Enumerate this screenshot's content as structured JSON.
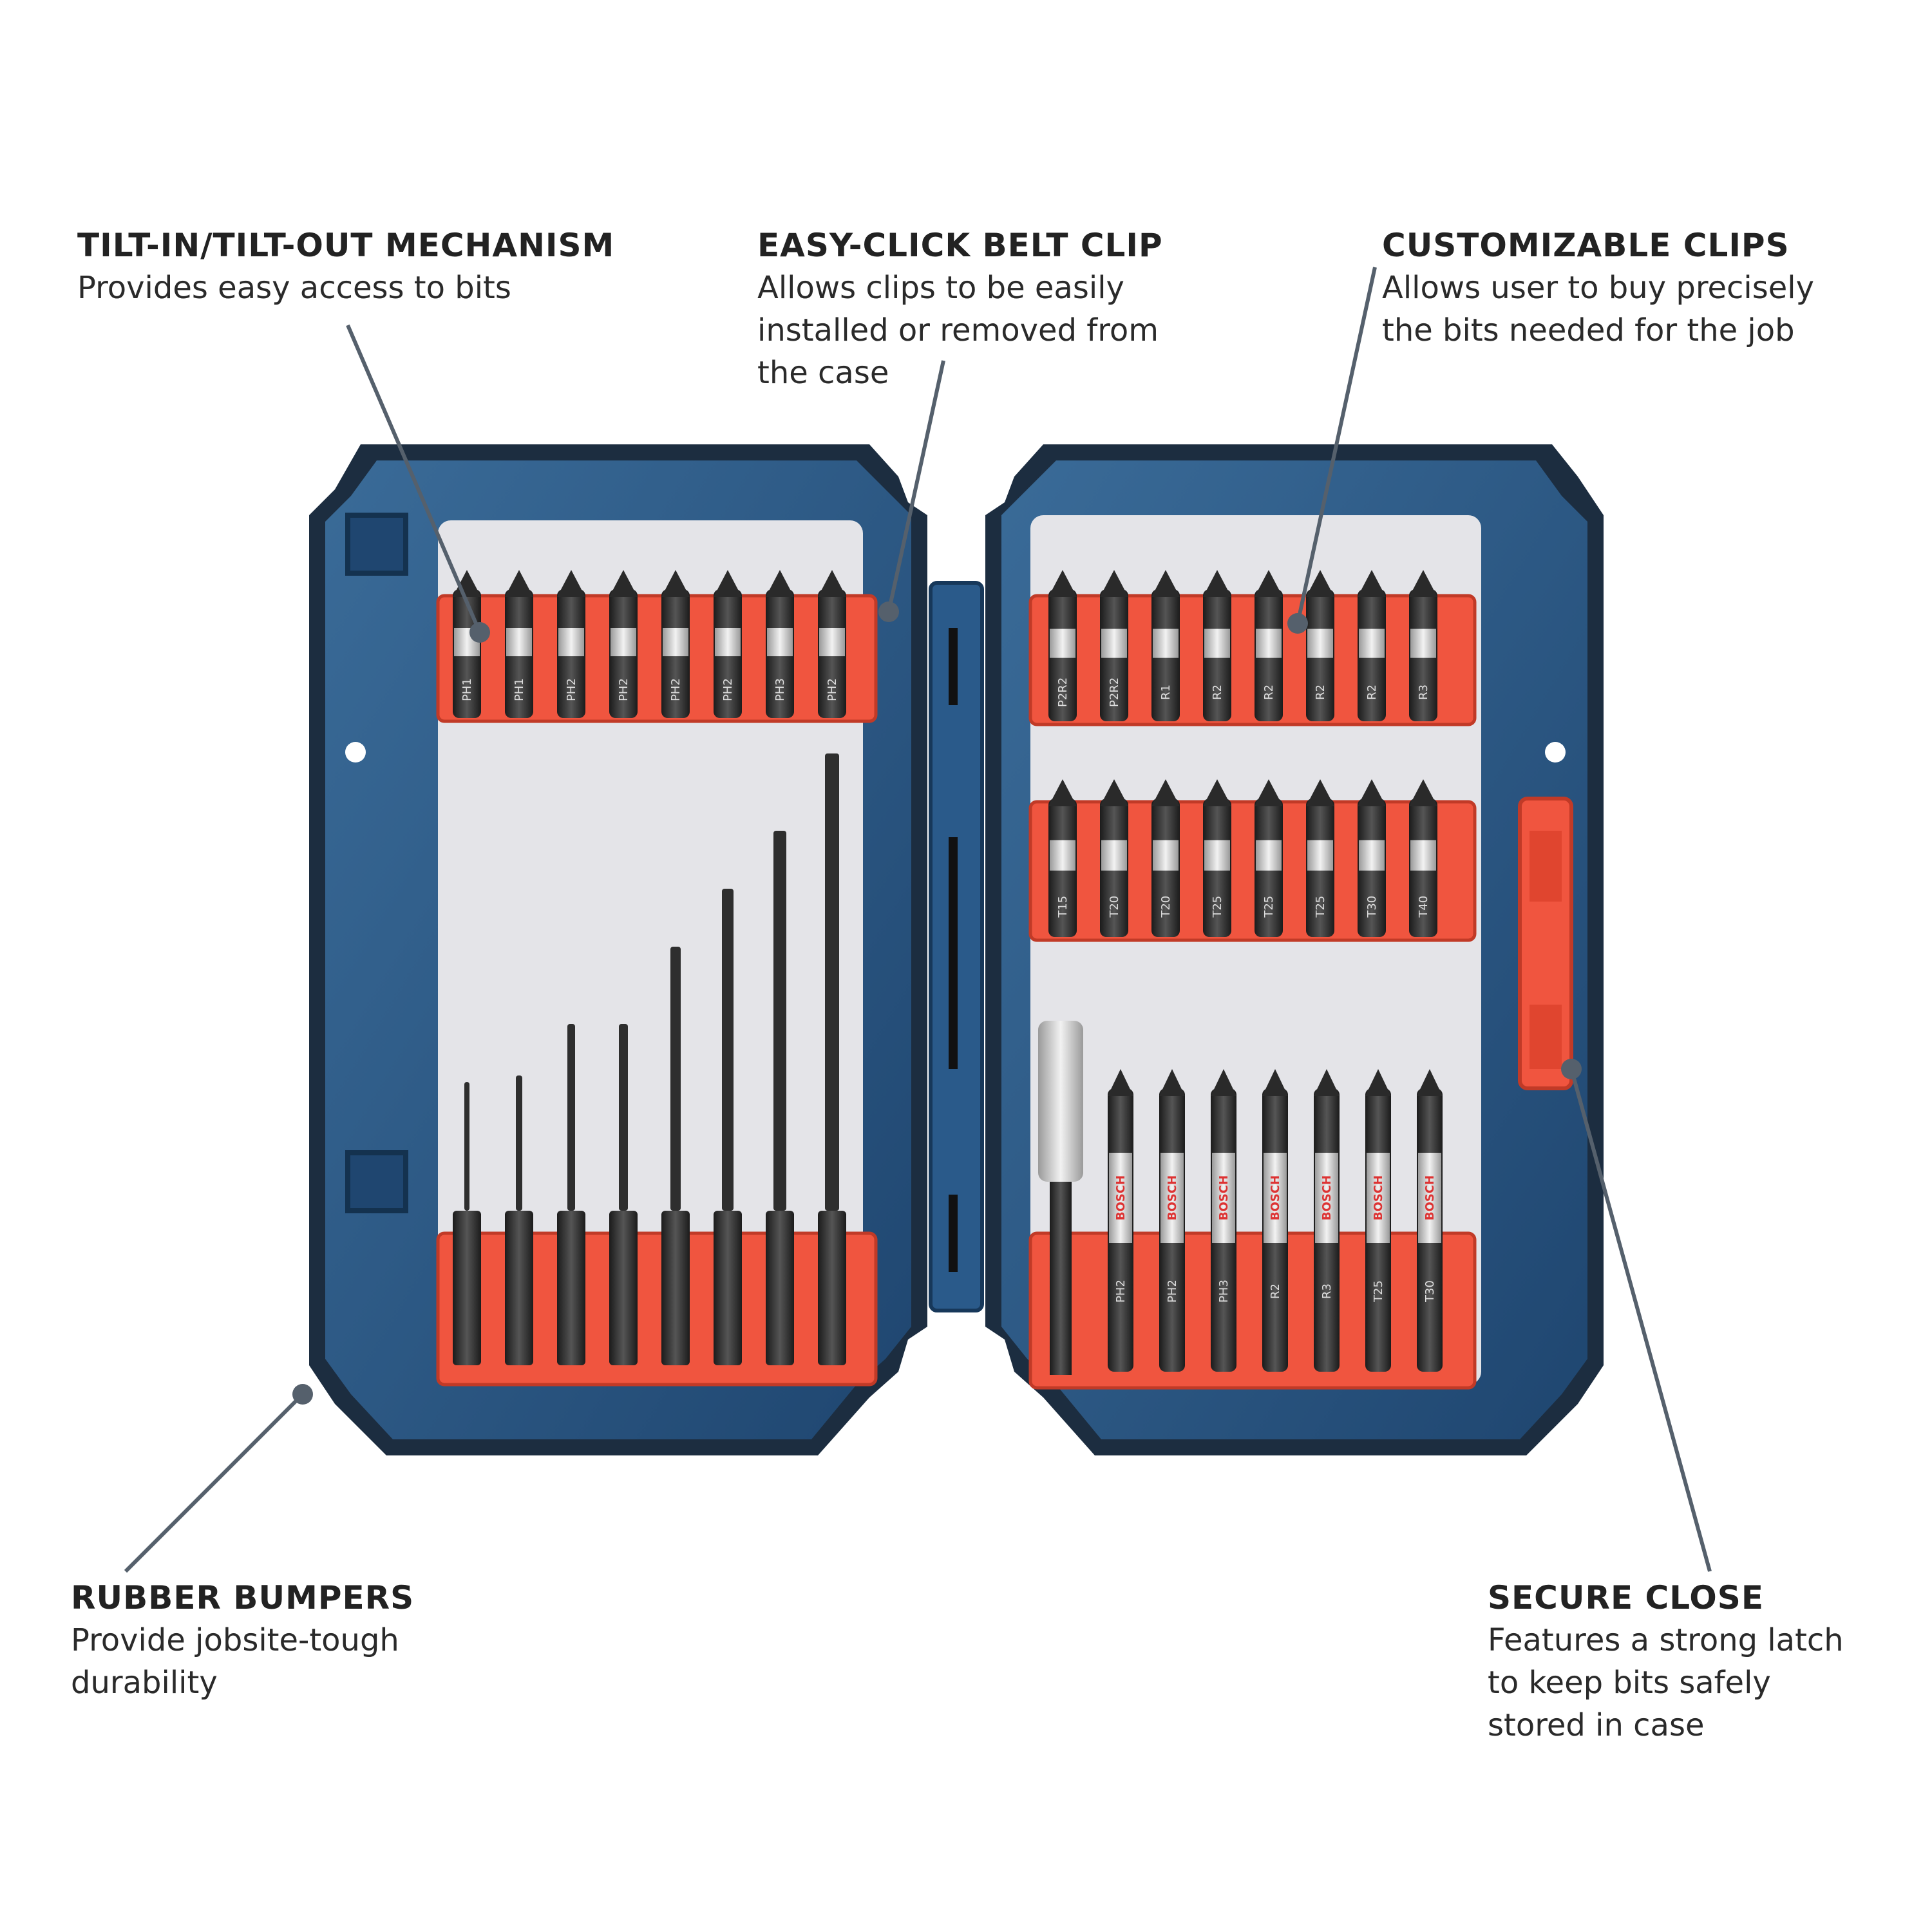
{
  "callouts": {
    "tilt": {
      "title": "TILT-IN/TILT-OUT MECHANISM",
      "body": "Provides easy access to bits"
    },
    "belt": {
      "title": "EASY-CLICK BELT CLIP",
      "body": "Allows clips to be easily\ninstalled or removed from\nthe case"
    },
    "clips": {
      "title": "CUSTOMIZABLE CLIPS",
      "body": "Allows user to buy precisely\nthe bits needed for the job"
    },
    "bumpers": {
      "title": "RUBBER BUMPERS",
      "body": "Provide jobsite-tough\ndurability"
    },
    "secure": {
      "title": "SECURE CLOSE",
      "body": "Features a strong latch\nto keep bits safely\nstored in case"
    }
  },
  "bit_labels": {
    "left_top": [
      "PH1",
      "PH1",
      "PH2",
      "PH2",
      "PH2",
      "PH2",
      "PH3",
      "PH2"
    ],
    "right_top": [
      "P2R2",
      "P2R2",
      "R1",
      "R2",
      "R2",
      "R2",
      "R2",
      "R3"
    ],
    "right_mid": [
      "T15",
      "T20",
      "T20",
      "T25",
      "T25",
      "T25",
      "T30",
      "T40"
    ],
    "right_bottom": [
      "PH2",
      "PH2",
      "PH3",
      "R2",
      "R3",
      "T25",
      "T30"
    ]
  },
  "brand": "BOSCH",
  "colors": {
    "case_blue": "#2b5a86",
    "case_dark": "#1c3f63",
    "clip_red": "#f0553f",
    "tray_grey": "#e4e4e8",
    "bit_black": "#2a2a2a",
    "leader_grey": "#55606c"
  }
}
